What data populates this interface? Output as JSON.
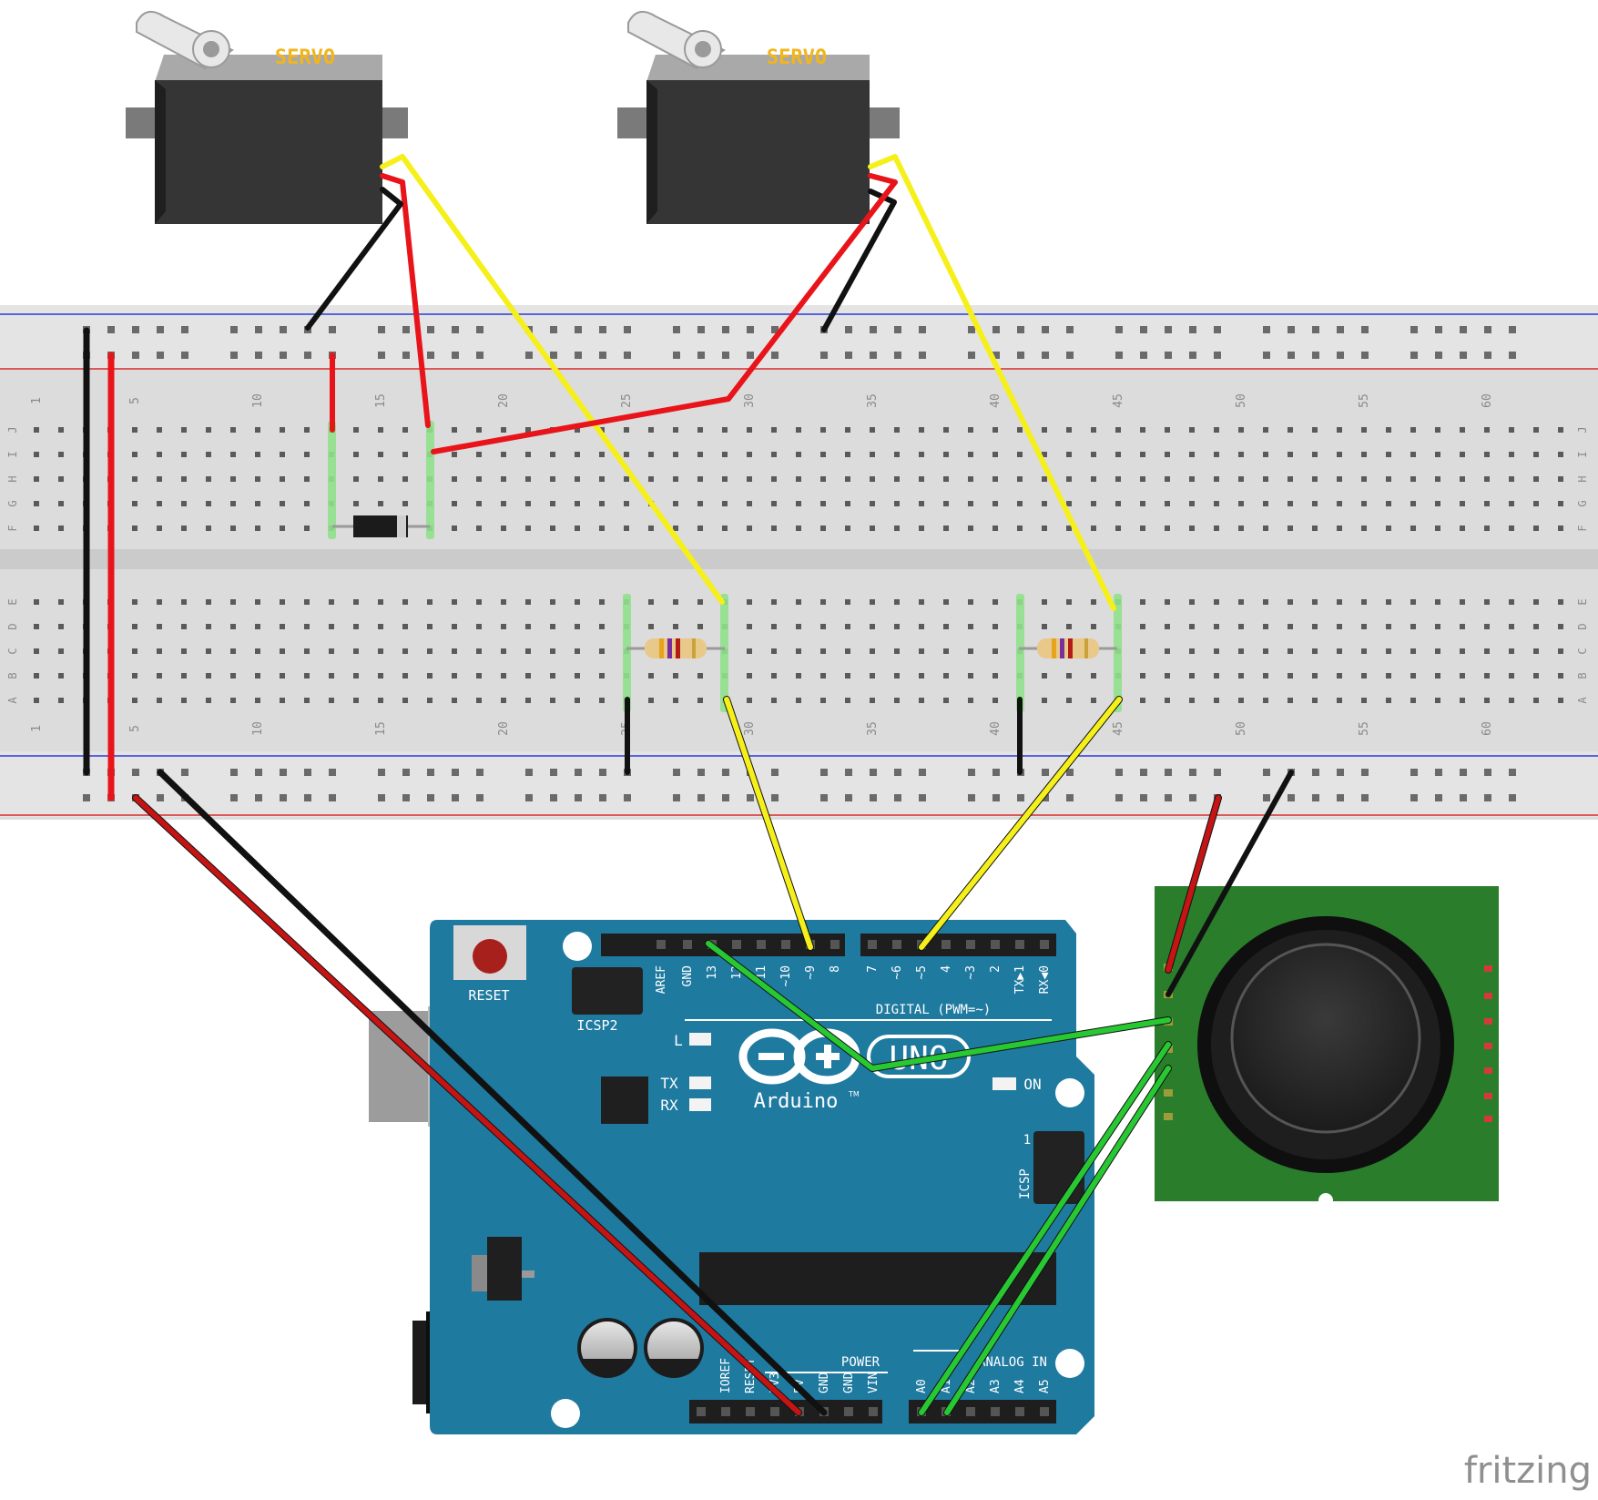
{
  "servos": [
    {
      "label": "SERVO"
    },
    {
      "label": "SERVO"
    }
  ],
  "breadboard": {
    "column_numbers": [
      "1",
      "5",
      "10",
      "15",
      "20",
      "25",
      "30",
      "35",
      "40",
      "45",
      "50",
      "55",
      "60"
    ],
    "top_rows": [
      "J",
      "I",
      "H",
      "G",
      "F"
    ],
    "bottom_rows": [
      "E",
      "D",
      "C",
      "B",
      "A"
    ]
  },
  "arduino": {
    "reset_label": "RESET",
    "icsp2_label": "ICSP2",
    "icsp_label": "ICSP",
    "icsp_pin1": "1",
    "digital_label": "DIGITAL (PWM=~)",
    "digital_pins": [
      "AREF",
      "GND",
      "13",
      "12",
      "~11",
      "~10",
      "~9",
      "8",
      "7",
      "~6",
      "~5",
      "4",
      "~3",
      "2",
      "TX▶1",
      "RX◀0"
    ],
    "led_l": "L",
    "led_tx": "TX",
    "led_rx": "RX",
    "led_on": "ON",
    "logo_text": "Arduino",
    "logo_tm": "TM",
    "uno_text": "UNO",
    "power_label": "POWER",
    "power_pins": [
      "IOREF",
      "RESET",
      "3V3",
      "5V",
      "GND",
      "GND",
      "VIN"
    ],
    "analog_label": "ANALOG IN",
    "analog_pins": [
      "A0",
      "A1",
      "A2",
      "A3",
      "A4",
      "A5"
    ]
  },
  "watermark": "fritzing",
  "colors": {
    "board_teal": "#1f7aa0",
    "breadboard": "#d9d9d9",
    "wire_red": "#e8141a",
    "wire_black": "#111111",
    "wire_yellow": "#f5ef1a",
    "wire_green": "#27c832",
    "joystick_pcb": "#2a7d2b"
  }
}
